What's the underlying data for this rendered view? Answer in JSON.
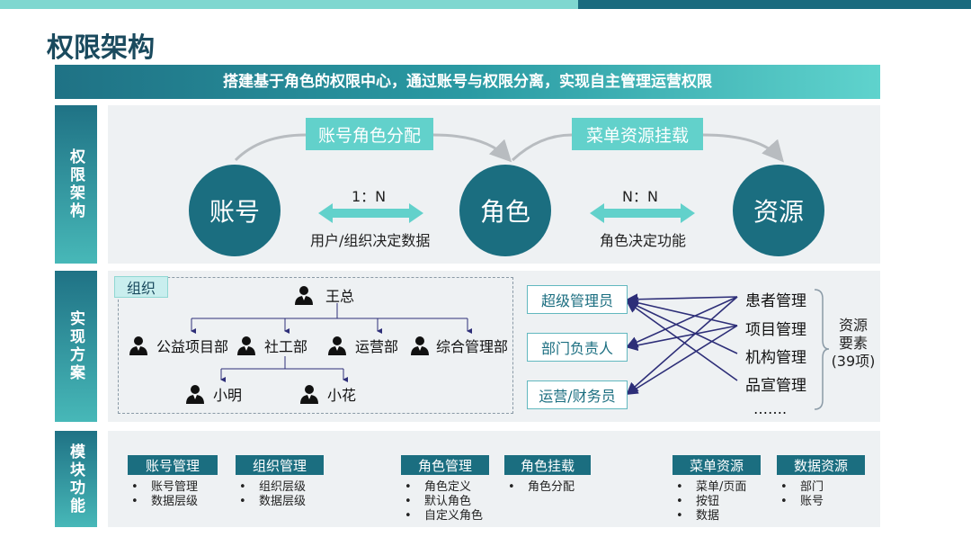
{
  "title": "权限架构",
  "banner": "搭建基于角色的权限中心，通过账号与权限分离，实现自主管理运营权限",
  "row_labels": [
    "权限架构",
    "实现方案",
    "模块功能"
  ],
  "architecture": {
    "nodes": [
      "账号",
      "角色",
      "资源"
    ],
    "top_labels": [
      "账号角色分配",
      "菜单资源挂载"
    ],
    "ratios": [
      "1：N",
      "N：N"
    ],
    "captions": [
      "用户/组织决定数据",
      "角色决定功能"
    ]
  },
  "org": {
    "tag": "组织",
    "root": "王总",
    "level2": [
      "公益项目部",
      "社工部",
      "运营部",
      "综合管理部"
    ],
    "level3": [
      "小明",
      "小花"
    ]
  },
  "roles": [
    "超级管理员",
    "部门负责人",
    "运营/财务员"
  ],
  "resources": [
    "患者管理",
    "项目管理",
    "机构管理",
    "品宣管理",
    "……."
  ],
  "resource_summary": [
    "资源",
    "要素",
    "(39项)"
  ],
  "modules": [
    {
      "title": "账号管理",
      "items": [
        "账号管理",
        "数据层级"
      ]
    },
    {
      "title": "组织管理",
      "items": [
        "组织层级",
        "数据层级"
      ]
    },
    {
      "title": "角色管理",
      "items": [
        "角色定义",
        "默认角色",
        "自定义角色"
      ]
    },
    {
      "title": "角色挂载",
      "items": [
        "角色分配"
      ]
    },
    {
      "title": "菜单资源",
      "items": [
        "菜单/页面",
        "按钮",
        "数据"
      ]
    },
    {
      "title": "数据资源",
      "items": [
        "部门",
        "账号"
      ]
    }
  ],
  "colors": {
    "dark_teal": "#1b6e80",
    "light_teal": "#62d1cb",
    "panel_bg": "#eef1f3",
    "link_navy": "#2d2e78"
  }
}
